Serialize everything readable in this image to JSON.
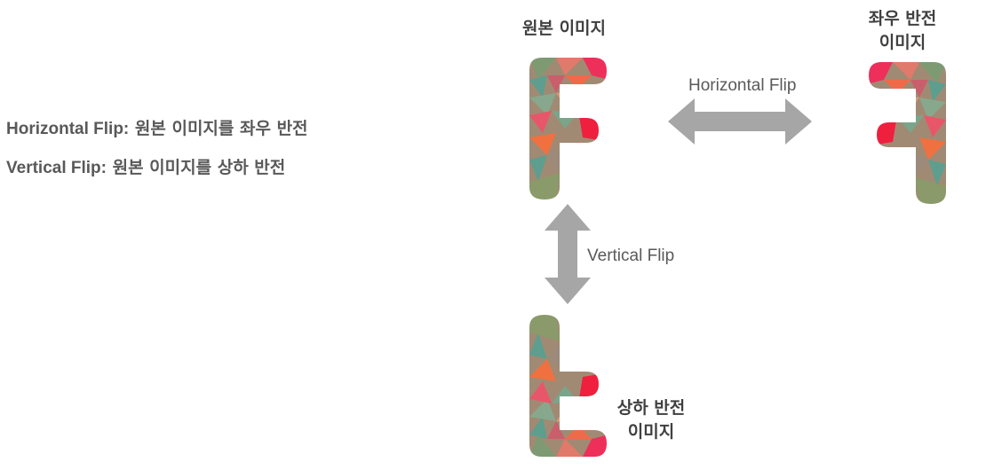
{
  "legend": {
    "horizontal_key": "Horizontal Flip:",
    "horizontal_desc": "원본 이미지를 좌우 반전",
    "vertical_key": "Vertical Flip:",
    "vertical_desc": "원본 이미지를 상하 반전"
  },
  "captions": {
    "original": "원본 이미지",
    "horizontal_line1": "좌우 반전",
    "horizontal_line2": "이미지",
    "vertical_line1": "상하 반전",
    "vertical_line2": "이미지"
  },
  "arrows": {
    "horizontal_label": "Horizontal Flip",
    "vertical_label": "Vertical Flip",
    "color": "#a6a6a6"
  },
  "letter": {
    "glyph": "F",
    "colors": [
      "#7e9a73",
      "#e8566a",
      "#f06a49",
      "#5e9e8e",
      "#a58a6a",
      "#ee2f5a",
      "#c97c6c",
      "#87a88d",
      "#ef4b3e",
      "#9c8a7b"
    ]
  }
}
